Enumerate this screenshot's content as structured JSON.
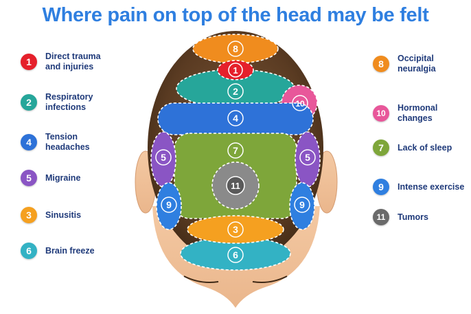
{
  "title": "Where pain on top of the head may be felt",
  "colors": {
    "1": "#e5202b",
    "2": "#26a69a",
    "3": "#f5a020",
    "4": "#2e72d8",
    "5": "#8a55c4",
    "6": "#33b2c4",
    "7": "#7ea63a",
    "8": "#f08c1e",
    "9": "#2f7fe0",
    "10": "#e8579a",
    "11": "#6a6a6a"
  },
  "legend_left": [
    {
      "number": "1",
      "label": "Direct trauma\nand injuries"
    },
    {
      "number": "2",
      "label": "Respiratory\ninfections"
    },
    {
      "number": "4",
      "label": "Tension\nheadaches"
    },
    {
      "number": "5",
      "label": "Migraine"
    },
    {
      "number": "3",
      "label": "Sinusitis"
    },
    {
      "number": "6",
      "label": "Brain freeze"
    }
  ],
  "legend_right": [
    {
      "number": "8",
      "label": "Occipital\nneuralgia"
    },
    {
      "number": "10",
      "label": "Hormonal\nchanges"
    },
    {
      "number": "7",
      "label": "Lack of sleep"
    },
    {
      "number": "9",
      "label": "Intense exercise"
    },
    {
      "number": "11",
      "label": "Tumors"
    }
  ],
  "zones": [
    {
      "id": "8",
      "label": "8"
    },
    {
      "id": "1",
      "label": "1"
    },
    {
      "id": "2",
      "label": "2"
    },
    {
      "id": "10",
      "label": "10"
    },
    {
      "id": "4",
      "label": "4"
    },
    {
      "id": "7",
      "label": "7"
    },
    {
      "id": "5-left",
      "label": "5"
    },
    {
      "id": "5-right",
      "label": "5"
    },
    {
      "id": "11",
      "label": "11"
    },
    {
      "id": "9-left",
      "label": "9"
    },
    {
      "id": "9-right",
      "label": "9"
    },
    {
      "id": "3",
      "label": "3"
    },
    {
      "id": "6",
      "label": "6"
    }
  ]
}
